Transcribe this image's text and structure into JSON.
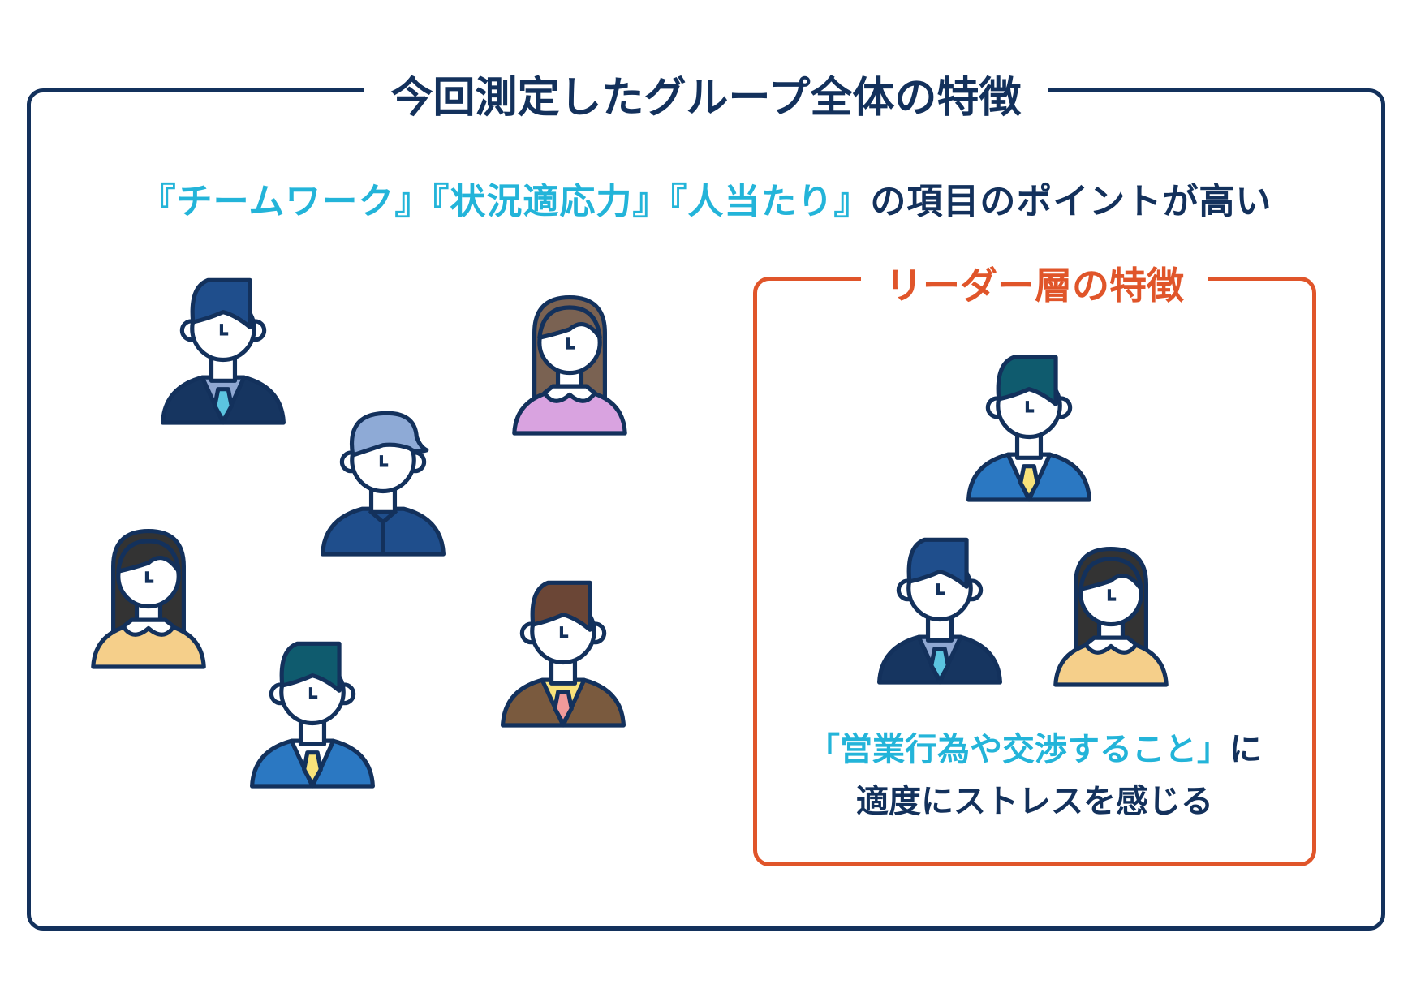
{
  "title": "今回測定したグループ全体の特徴",
  "subtitle": {
    "highlights": [
      "『チームワーク』",
      "『状況適応力』",
      "『人当たり』"
    ],
    "rest": "の項目のポイントが高い"
  },
  "leader": {
    "title": "リーダー層の特徴",
    "line1_highlight": "「営業行為や交渉すること」",
    "line1_rest": "に",
    "line2": "適度にストレスを感じる"
  },
  "colors": {
    "navy": "#13315c",
    "cyan": "#23b4d9",
    "orange": "#e0552a"
  },
  "avatars": [
    {
      "type": "man",
      "hair": "#1f4e8c",
      "suit": "#163560",
      "shirt": "#8fa7d1",
      "tie": "#5bc4e0"
    },
    {
      "type": "woman",
      "hair": "#7a6252",
      "top": "#d9a3e0"
    },
    {
      "type": "casual",
      "hair": "#8eaad6",
      "top": "#1f4e8c"
    },
    {
      "type": "woman",
      "hair": "#333333",
      "top": "#f5cf8a"
    },
    {
      "type": "man",
      "hair": "#0f5b6e",
      "suit": "#2b78c2",
      "shirt": "#ffffff",
      "tie": "#f8e27a"
    },
    {
      "type": "man",
      "hair": "#6b4636",
      "suit": "#7a5a3e",
      "shirt": "#f8e27a",
      "tie": "#f09a9a"
    },
    {
      "type": "man",
      "hair": "#0f5b6e",
      "suit": "#2b78c2",
      "shirt": "#ffffff",
      "tie": "#f8e27a"
    },
    {
      "type": "man",
      "hair": "#1f4e8c",
      "suit": "#163560",
      "shirt": "#8fa7d1",
      "tie": "#5bc4e0"
    },
    {
      "type": "woman",
      "hair": "#333333",
      "top": "#f5cf8a"
    }
  ]
}
